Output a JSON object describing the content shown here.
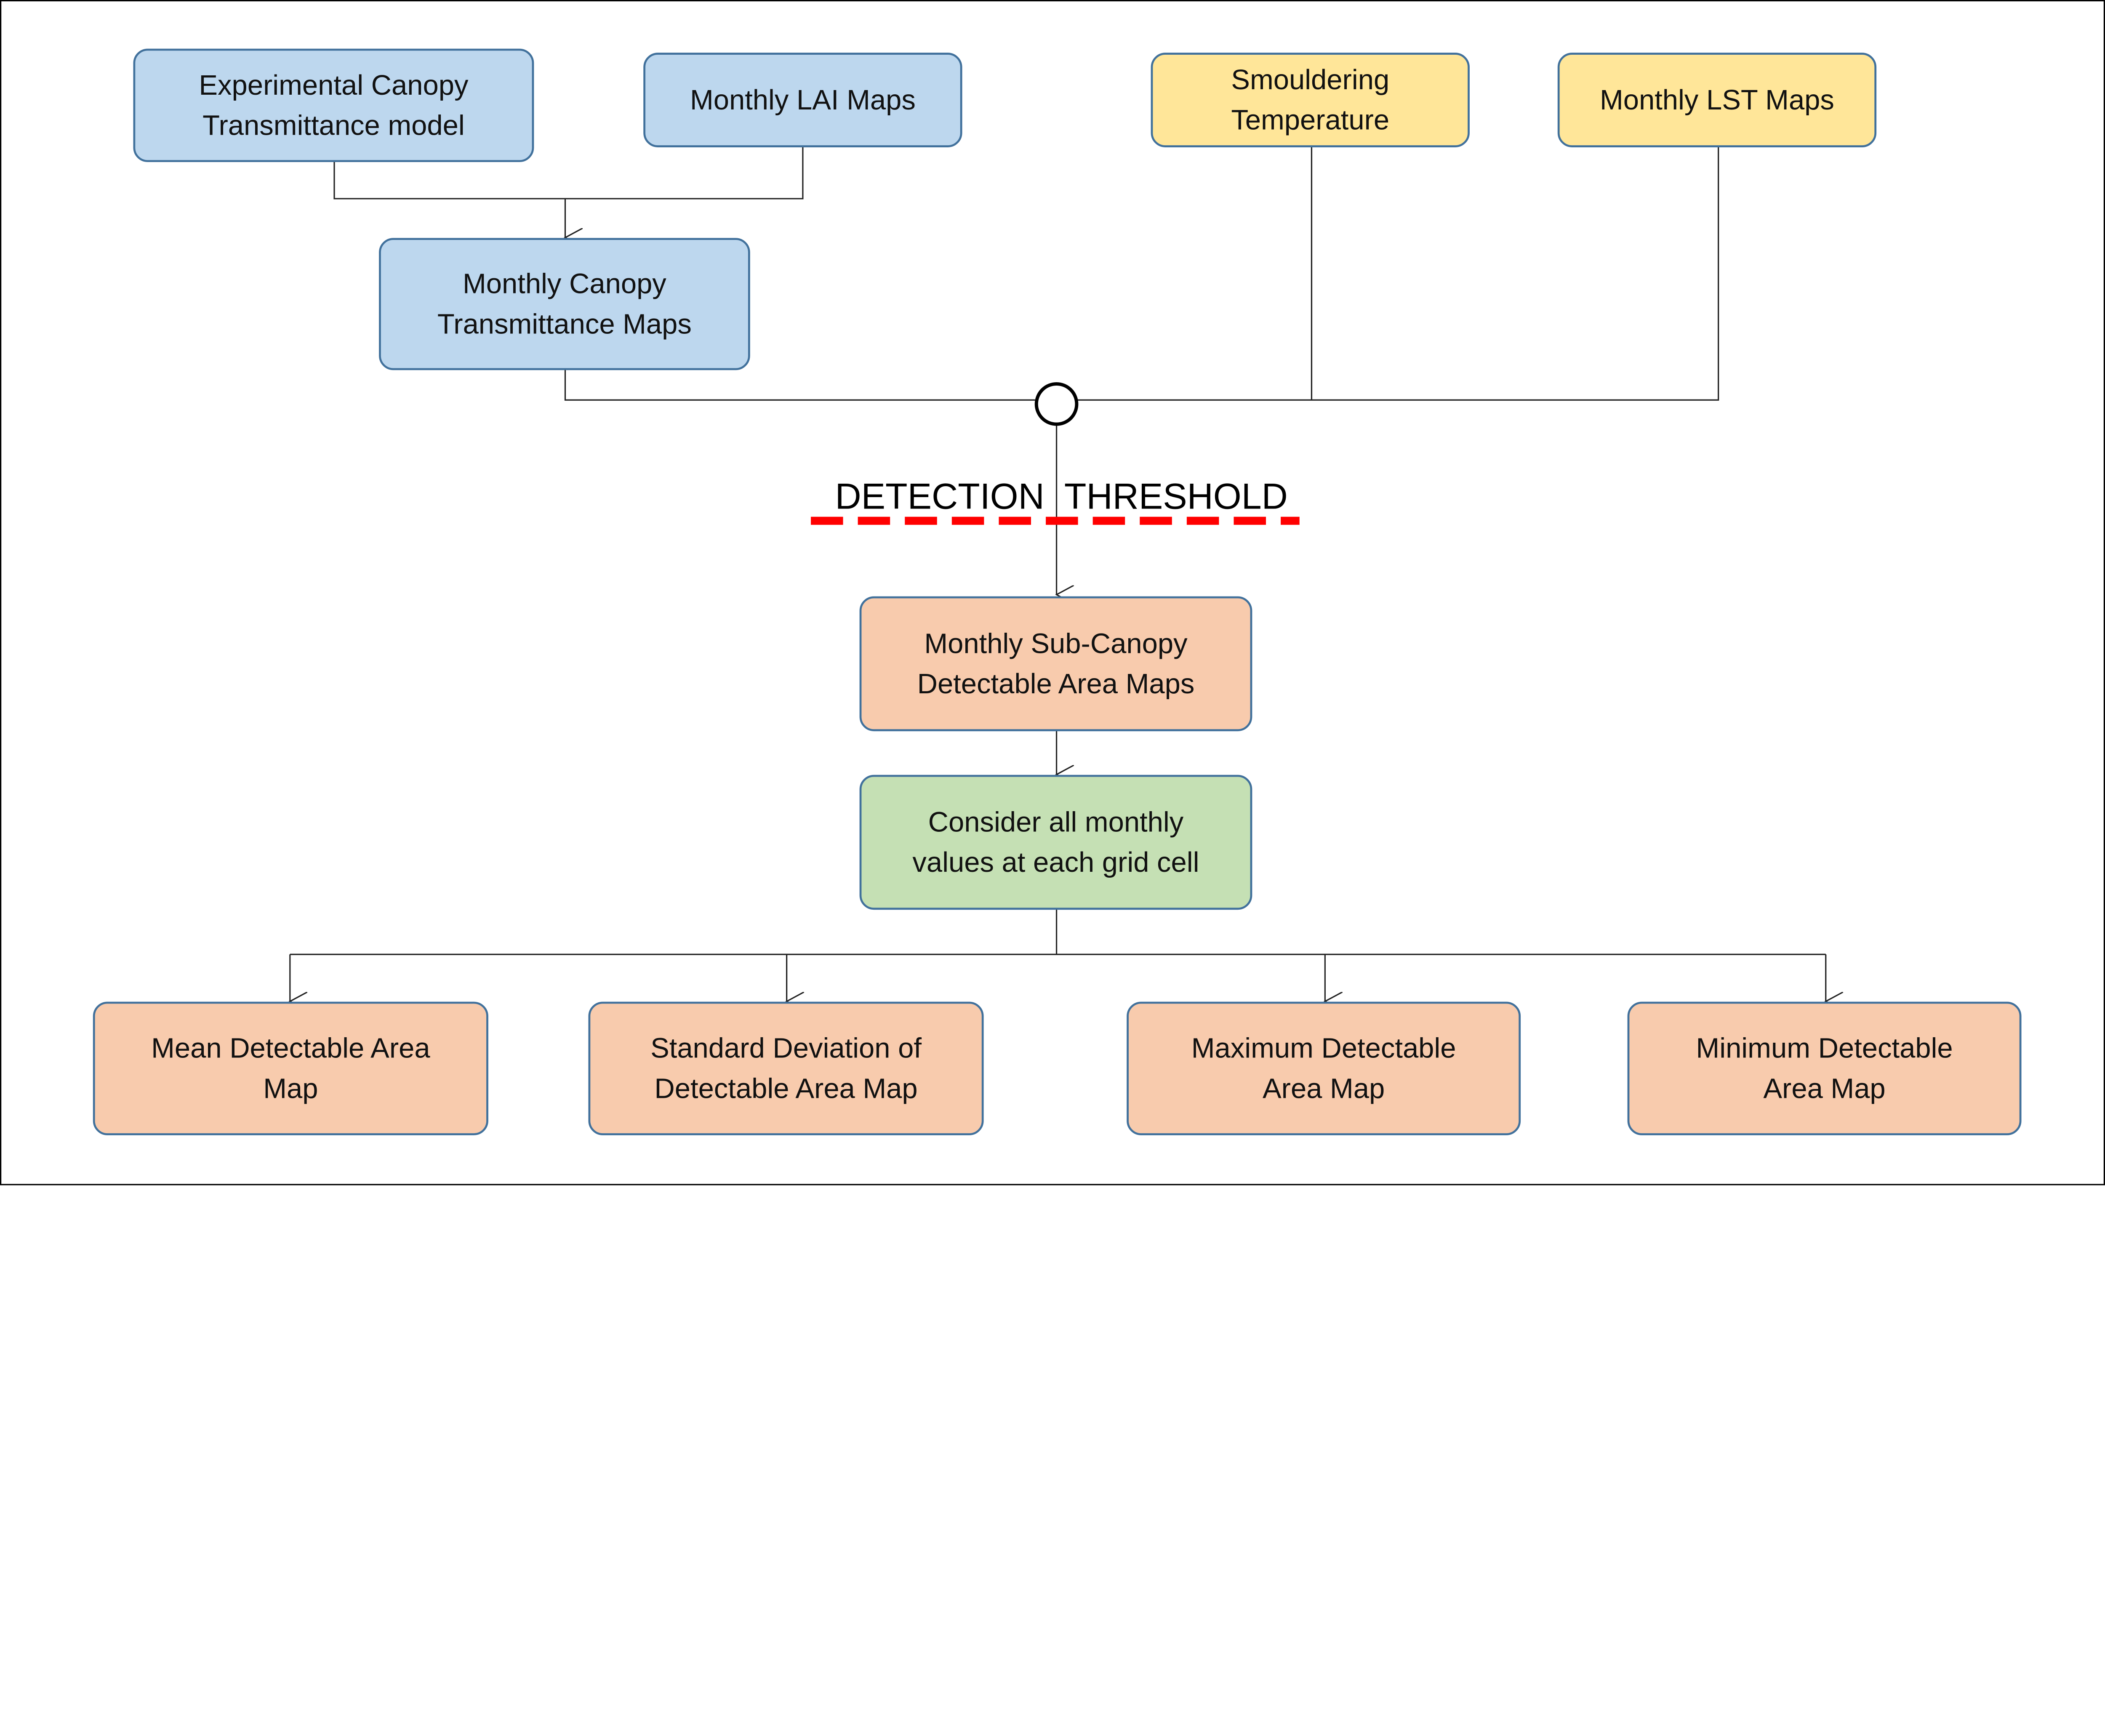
{
  "colors": {
    "input_blue": "#BDD7EE",
    "input_yellow": "#FFE699",
    "output_orange": "#F8CBAD",
    "process_green": "#C5E0B4",
    "box_border": "#41719C",
    "threshold_line": "#FF0000"
  },
  "nodes": {
    "experimental": [
      "Experimental Canopy",
      "Transmittance model"
    ],
    "lai": [
      "Monthly LAI Maps"
    ],
    "smouldering": [
      "Smouldering",
      "Temperature"
    ],
    "lst": [
      "Monthly LST Maps"
    ],
    "canopy_trans": [
      "Monthly Canopy",
      "Transmittance Maps"
    ],
    "subcanopy": [
      "Monthly Sub-Canopy",
      "Detectable Area Maps"
    ],
    "consider": [
      "Consider all monthly",
      "values at each grid cell"
    ],
    "mean": [
      "Mean Detectable Area",
      "Map"
    ],
    "std": [
      "Standard Deviation of",
      "Detectable Area Map"
    ],
    "max": [
      "Maximum Detectable",
      "Area Map"
    ],
    "min": [
      "Minimum Detectable",
      "Area Map"
    ]
  },
  "threshold": {
    "left": "DETECTION",
    "right": "THRESHOLD"
  }
}
